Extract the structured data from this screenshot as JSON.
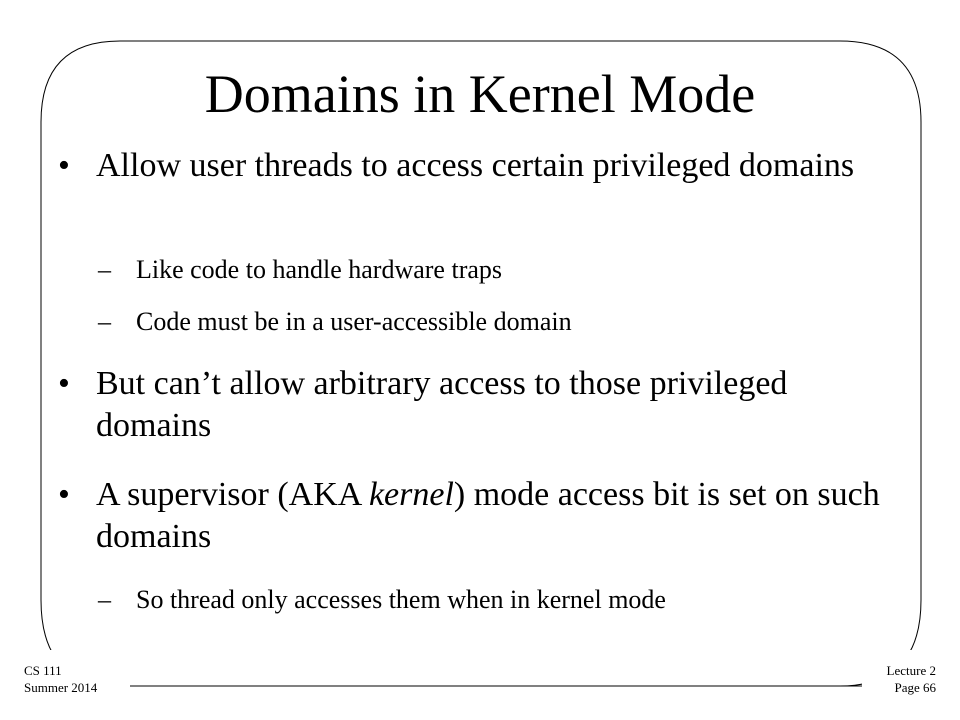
{
  "slide": {
    "title": "Domains in Kernel Mode",
    "bullets": [
      {
        "marker": "•",
        "text": "Allow user threads to access certain privileged domains"
      },
      {
        "marker": "–",
        "text": "Like code to handle hardware traps"
      },
      {
        "marker": "–",
        "text": "Code must be in a user-accessible domain"
      },
      {
        "marker": "•",
        "text": "But can’t allow arbitrary access to those privileged domains"
      },
      {
        "marker": "•",
        "text_before": "A supervisor (AKA ",
        "text_italic": "kernel",
        "text_after": ") mode access bit is set on such domains"
      },
      {
        "marker": "–",
        "text": "So thread only accesses them when in kernel mode"
      }
    ]
  },
  "footer": {
    "left_line1": "CS 111",
    "left_line2": "Summer 2014",
    "right_line1": "Lecture 2",
    "right_line2": "Page 66"
  }
}
